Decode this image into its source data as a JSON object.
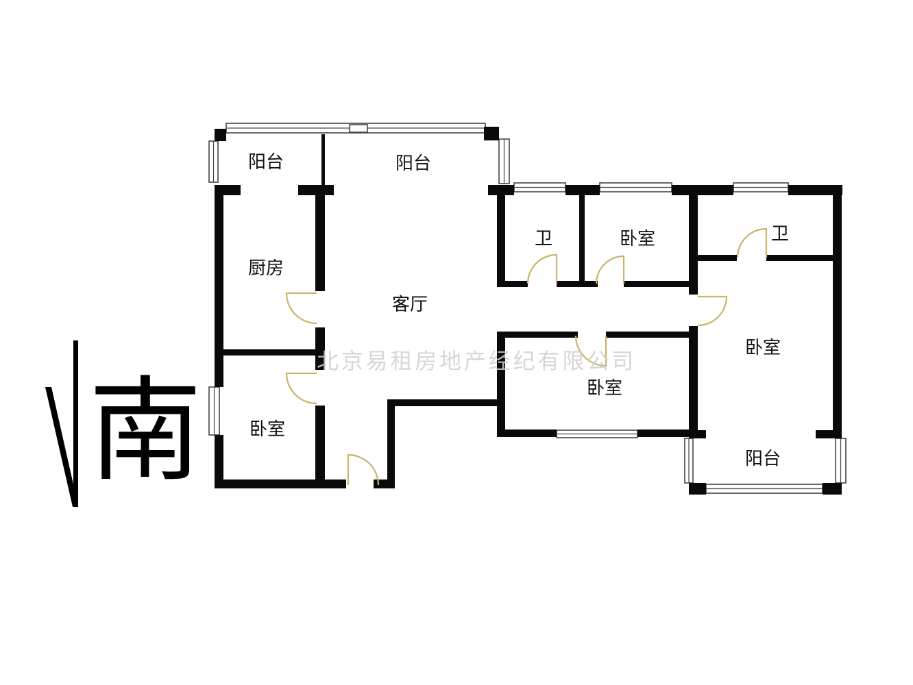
{
  "rooms": [
    {
      "label": "阳台"
    },
    {
      "label": "阳台"
    },
    {
      "label": "卫"
    },
    {
      "label": "卧室"
    },
    {
      "label": "卫"
    },
    {
      "label": "厨房"
    },
    {
      "label": "客厅"
    },
    {
      "label": "卧室"
    },
    {
      "label": "卧室"
    },
    {
      "label": "卧室"
    },
    {
      "label": "阳台"
    }
  ],
  "compass": {
    "label": "南"
  },
  "watermark": {
    "text": "北京易租房地产经纪有限公司"
  },
  "colors": {
    "wall": "#0a0a0a",
    "door": "#c8b46a",
    "window": "#444444",
    "watermark": "#cfcfcf",
    "background": "#ffffff"
  }
}
